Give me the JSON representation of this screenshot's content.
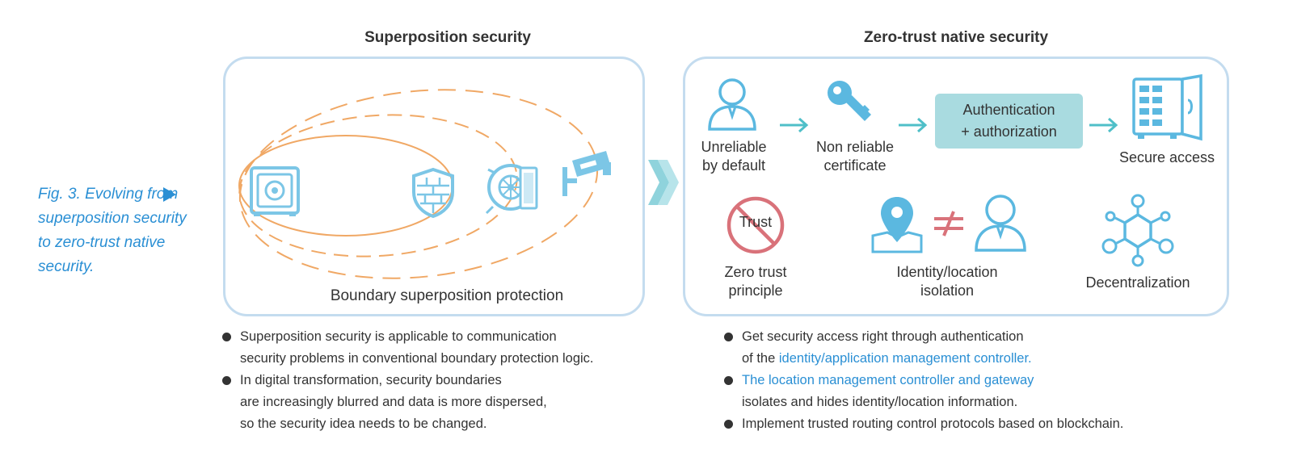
{
  "caption": {
    "text": "Fig. 3. Evolving from superposition security to zero-trust native security."
  },
  "left_panel": {
    "title": "Superposition security",
    "label": "Boundary superposition protection",
    "icons": [
      "safe-icon",
      "shield-wall-icon",
      "vault-door-icon",
      "security-camera-icon"
    ]
  },
  "right_panel": {
    "title": "Zero-trust native security",
    "flow": {
      "step1": "Unreliable\nby default",
      "step2": "Non reliable\ncertificate",
      "step3": "Authentication\n+ authorization",
      "step4": "Secure access"
    },
    "principles": {
      "trust_badge": "Trust",
      "p1": "Zero trust\nprinciple",
      "p2": "Identity/location\nisolation",
      "p3": "Decentralization"
    }
  },
  "left_bullets": [
    {
      "lines": [
        "Superposition security is applicable to communication",
        "security problems in conventional boundary protection logic."
      ]
    },
    {
      "lines": [
        "In digital transformation, security boundaries",
        "are increasingly blurred and data is more dispersed,",
        "so the security idea needs to be changed."
      ]
    }
  ],
  "right_bullets": {
    "b1_line1": "Get security access right through authentication",
    "b1_line2_plain": "of the ",
    "b1_line2_link": "identity/application management controller.",
    "b2_line1_link": "The location management controller and gateway",
    "b2_line2": "isolates and hides identity/location information.",
    "b3_line1": "Implement trusted routing control protocols based on blockchain."
  },
  "colors": {
    "accent_blue": "#2a8fd4",
    "icon_blue": "#5bb8e0",
    "teal_arrow": "#4fbfc8",
    "auth_box": "#a9dbe0",
    "panel_border": "#c4dcef",
    "orange": "#f0a865",
    "forbid_red": "#d9727a"
  }
}
